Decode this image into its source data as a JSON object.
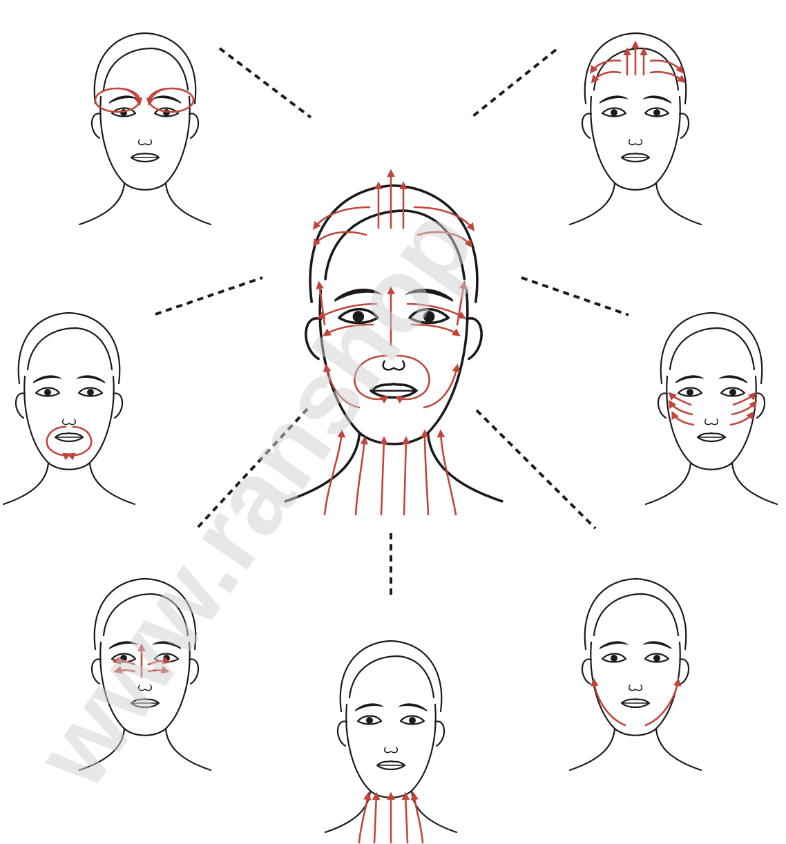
{
  "diagram": {
    "colors": {
      "line": "#1a1a1a",
      "arrow": "#c0453a",
      "background": "#ffffff",
      "watermark": "#cfcfcf"
    },
    "watermark_text": "www.ranshop",
    "faces": [
      {
        "id": "center",
        "zone": "full-face-and-neck"
      },
      {
        "id": "top-left",
        "zone": "eyes"
      },
      {
        "id": "top-right",
        "zone": "forehead"
      },
      {
        "id": "mid-left",
        "zone": "mouth"
      },
      {
        "id": "mid-right",
        "zone": "cheeks"
      },
      {
        "id": "bottom-left",
        "zone": "nose"
      },
      {
        "id": "bottom-center",
        "zone": "neck"
      },
      {
        "id": "bottom-right",
        "zone": "jawline"
      }
    ],
    "arrow_marker_icon": "arrowhead-icon"
  }
}
